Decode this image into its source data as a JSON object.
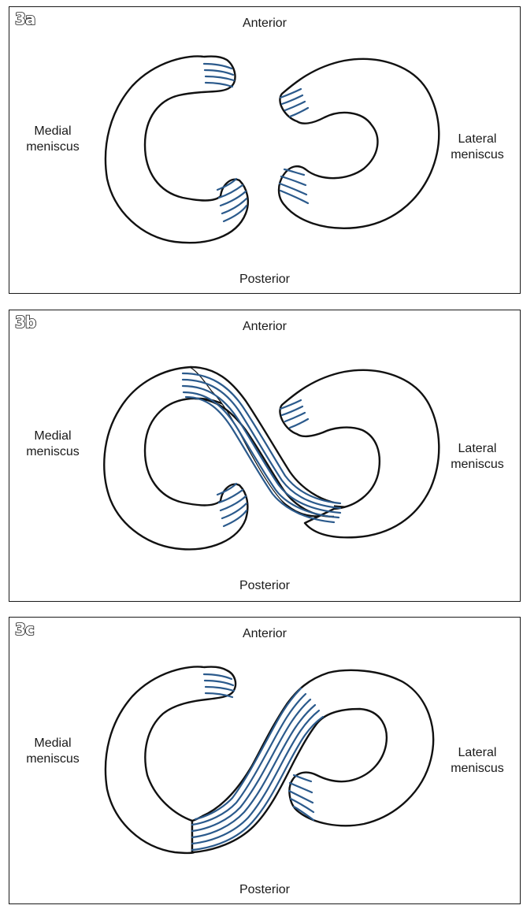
{
  "panels": [
    {
      "badge": "3a",
      "anterior": "Anterior",
      "posterior": "Posterior",
      "medial": [
        "Medial",
        "meniscus"
      ],
      "lateral": [
        "Lateral",
        "meniscus"
      ]
    },
    {
      "badge": "3b",
      "anterior": "Anterior",
      "posterior": "Posterior",
      "medial": [
        "Medial",
        "meniscus"
      ],
      "lateral": [
        "Lateral",
        "meniscus"
      ]
    },
    {
      "badge": "3c",
      "anterior": "Anterior",
      "posterior": "Posterior",
      "medial": [
        "Medial",
        "meniscus"
      ],
      "lateral": [
        "Lateral",
        "meniscus"
      ]
    }
  ],
  "colors": {
    "outline": "#111111",
    "fibers": "#2b5a8c",
    "background": "#ffffff"
  }
}
